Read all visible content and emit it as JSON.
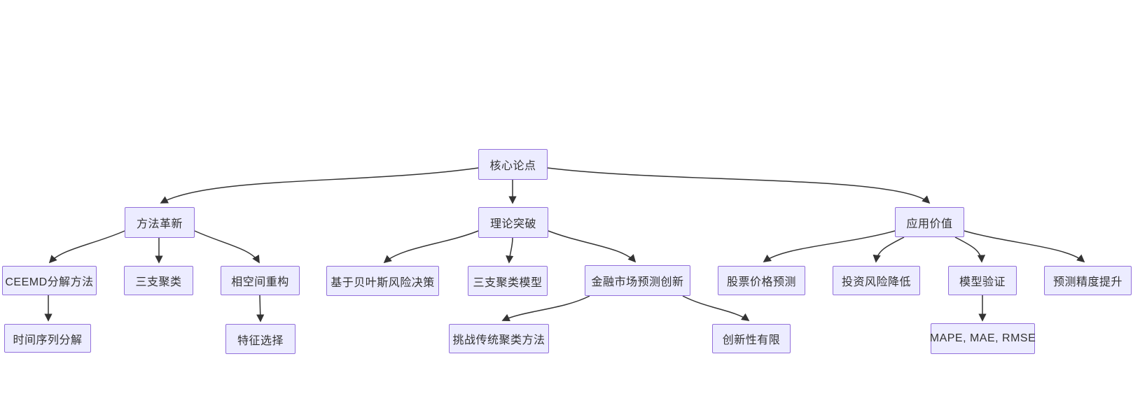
{
  "theme": {
    "node_fill": "#ECECFF",
    "node_border": "#9370DB",
    "edge_color": "#333333",
    "text_color": "#333333",
    "background": "#ffffff"
  },
  "diagram_type": "flowchart-top-down",
  "nodes": {
    "root": {
      "label": "核心论点"
    },
    "method": {
      "label": "方法革新"
    },
    "theory": {
      "label": "理论突破"
    },
    "value": {
      "label": "应用价值"
    },
    "ceemd": {
      "label": "CEEMD分解方法"
    },
    "threeway": {
      "label": "三支聚类"
    },
    "phase": {
      "label": "相空间重构"
    },
    "bayes": {
      "label": "基于贝叶斯风险决策"
    },
    "threemodel": {
      "label": "三支聚类模型"
    },
    "finance": {
      "label": "金融市场预测创新"
    },
    "stock": {
      "label": "股票价格预测"
    },
    "invest": {
      "label": "投资风险降低"
    },
    "model": {
      "label": "模型验证"
    },
    "accuracy": {
      "label": "预测精度提升"
    },
    "tsdecomp": {
      "label": "时间序列分解"
    },
    "feature": {
      "label": "特征选择"
    },
    "challenge": {
      "label": "挑战传统聚类方法"
    },
    "limited": {
      "label": "创新性有限"
    },
    "metrics": {
      "label": "MAPE, MAE, RMSE"
    }
  },
  "edges": [
    {
      "from": "root",
      "to": "method"
    },
    {
      "from": "root",
      "to": "theory"
    },
    {
      "from": "root",
      "to": "value"
    },
    {
      "from": "method",
      "to": "ceemd"
    },
    {
      "from": "method",
      "to": "threeway"
    },
    {
      "from": "method",
      "to": "phase"
    },
    {
      "from": "ceemd",
      "to": "tsdecomp"
    },
    {
      "from": "phase",
      "to": "feature"
    },
    {
      "from": "theory",
      "to": "bayes"
    },
    {
      "from": "theory",
      "to": "threemodel"
    },
    {
      "from": "theory",
      "to": "finance"
    },
    {
      "from": "finance",
      "to": "challenge"
    },
    {
      "from": "finance",
      "to": "limited"
    },
    {
      "from": "value",
      "to": "stock"
    },
    {
      "from": "value",
      "to": "invest"
    },
    {
      "from": "value",
      "to": "model"
    },
    {
      "from": "value",
      "to": "accuracy"
    },
    {
      "from": "model",
      "to": "metrics"
    }
  ]
}
